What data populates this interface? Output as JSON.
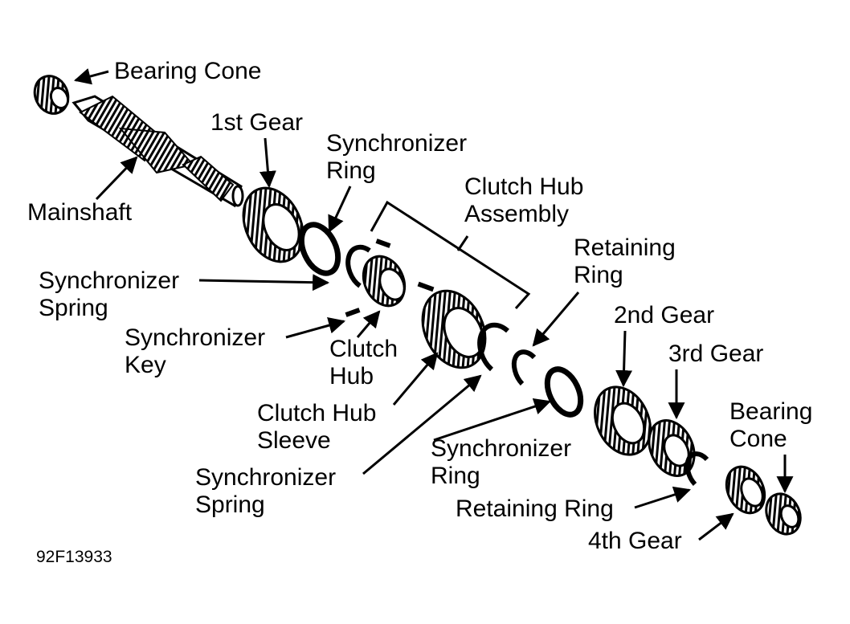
{
  "figure_id": "92F13933",
  "labels": {
    "bearing_cone_top": "Bearing Cone",
    "mainshaft": "Mainshaft",
    "first_gear": "1st Gear",
    "sync_ring_1": [
      "Synchronizer",
      "Ring"
    ],
    "clutch_hub_assembly": [
      "Clutch Hub",
      "Assembly"
    ],
    "retaining_ring_1": [
      "Retaining",
      "Ring"
    ],
    "sync_spring_1": [
      "Synchronizer",
      "Spring"
    ],
    "sync_key": [
      "Synchronizer",
      "Key"
    ],
    "clutch_hub": [
      "Clutch",
      "Hub"
    ],
    "second_gear": "2nd Gear",
    "third_gear": "3rd Gear",
    "bearing_cone_right": [
      "Bearing",
      "Cone"
    ],
    "clutch_hub_sleeve": [
      "Clutch Hub",
      "Sleeve"
    ],
    "sync_ring_2": [
      "Synchronizer",
      "Ring"
    ],
    "sync_spring_2": [
      "Synchronizer",
      "Spring"
    ],
    "retaining_ring_2": "Retaining Ring",
    "fourth_gear": "4th Gear"
  }
}
